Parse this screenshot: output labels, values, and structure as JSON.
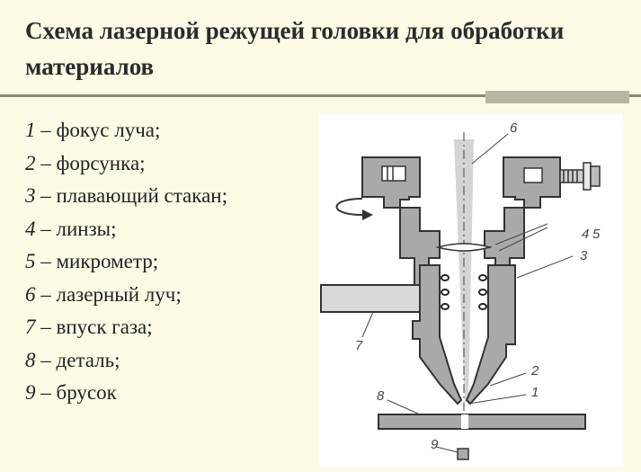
{
  "slide": {
    "title": "Схема лазерной режущей головки для обработки материалов"
  },
  "legend": [
    {
      "num": "1",
      "text": " – фокус луча;"
    },
    {
      "num": "2",
      "text": " – форсунка;"
    },
    {
      "num": "3",
      "text": " – плавающий стакан;"
    },
    {
      "num": "4",
      "text": " – линзы;"
    },
    {
      "num": "5",
      "text": " – микрометр;"
    },
    {
      "num": "6",
      "text": " – лазерный луч;"
    },
    {
      "num": "7",
      "text": " – впуск газа;"
    },
    {
      "num": "8",
      "text": " – деталь;"
    },
    {
      "num": "9",
      "text": " – брусок"
    }
  ],
  "figure": {
    "labels": {
      "l1": "1",
      "l2": "2",
      "l3": "3",
      "l4": "4",
      "l5": "5",
      "l6": "6",
      "l7": "7",
      "l8": "8",
      "l9": "9"
    }
  }
}
